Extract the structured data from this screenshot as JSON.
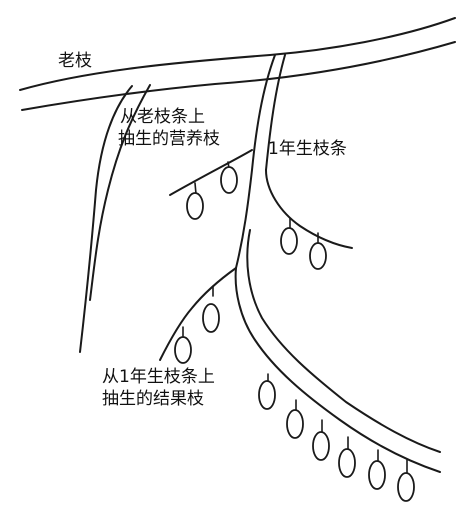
{
  "labels": {
    "old_branch": "老枝",
    "vegetative_shoot_line1": "从老枝条上",
    "vegetative_shoot_line2": "抽生的营养枝",
    "one_year_shoot": "1年生枝条",
    "fruiting_shoot_line1": "从1年生枝条上",
    "fruiting_shoot_line2": "抽生的结果枝"
  },
  "colors": {
    "stroke": "#1a1a1a",
    "background": "#ffffff"
  }
}
